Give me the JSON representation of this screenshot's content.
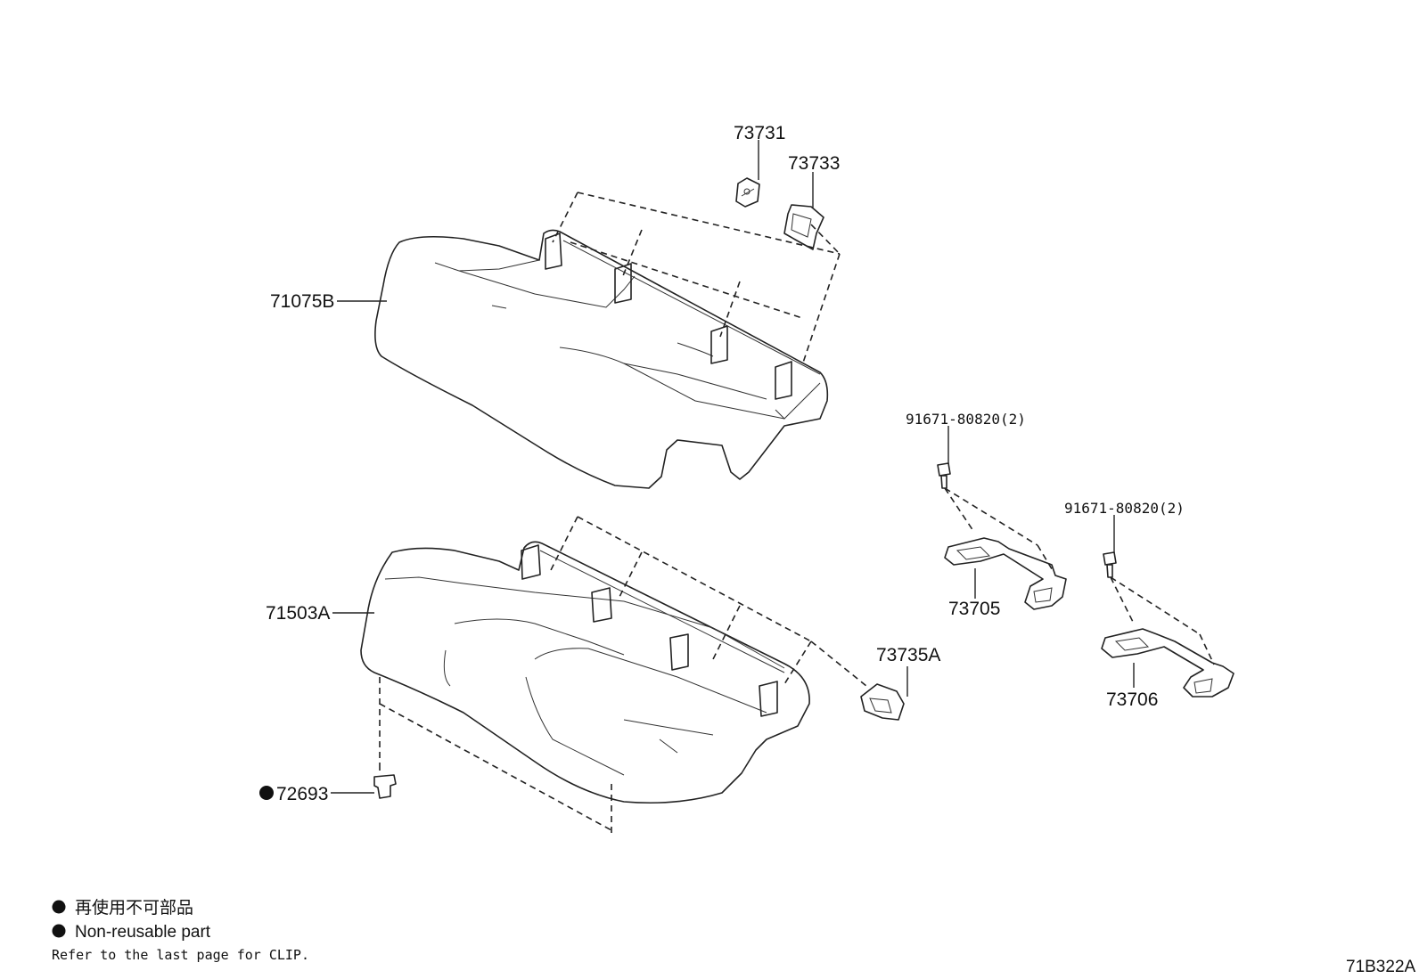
{
  "parts": {
    "p73731": "73731",
    "p73733": "73733",
    "p71075B": "71075B",
    "p91671_upper": "91671-80820(2)",
    "p91671_lower": "91671-80820(2)",
    "p73705": "73705",
    "p73706": "73706",
    "p71503A": "71503A",
    "p73735A": "73735A",
    "p72693": "72693"
  },
  "legend": {
    "bullet": "●",
    "jp_label": "再使用不可部品",
    "en_label": "Non-reusable part",
    "note": "Refer to the last page for CLIP."
  },
  "illustration_id": "71B322A"
}
